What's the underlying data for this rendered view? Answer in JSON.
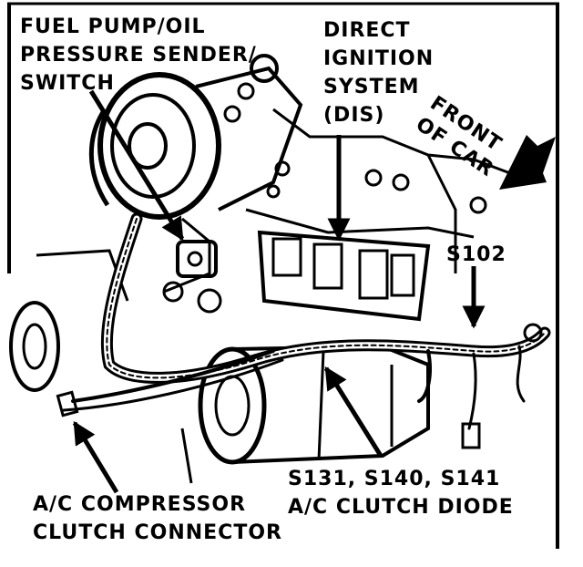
{
  "labels": {
    "fuel_pump": [
      "FUEL PUMP/OIL",
      "PRESSURE SENDER/",
      "SWITCH"
    ],
    "dis": [
      "DIRECT",
      "IGNITION",
      "SYSTEM",
      "(DIS)"
    ],
    "front": [
      "FRONT",
      "OF CAR"
    ],
    "s102": "S102",
    "splices": [
      "S131, S140, S141",
      "A/C CLUTCH DIODE"
    ],
    "ac_connector": [
      "A/C COMPRESSOR",
      "CLUTCH CONNECTOR"
    ]
  },
  "colors": {
    "ink": "#000000",
    "paper": "#ffffff"
  }
}
